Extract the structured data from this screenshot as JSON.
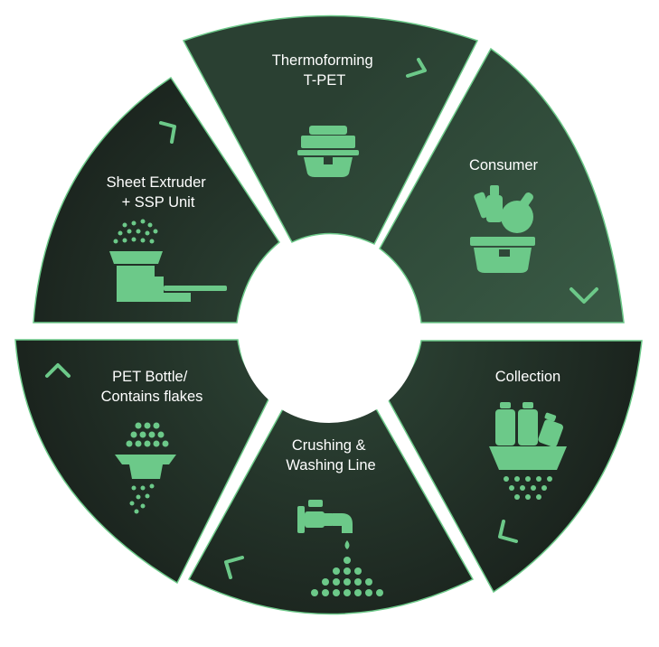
{
  "segments": [
    {
      "key": "thermoforming",
      "label_lines": [
        "Thermoforming",
        "T-PET"
      ],
      "icon": "food-container-icon"
    },
    {
      "key": "consumer",
      "label_lines": [
        "Consumer"
      ],
      "icon": "grocery-basket-icon"
    },
    {
      "key": "collection",
      "label_lines": [
        "Collection"
      ],
      "icon": "bottle-collection-icon"
    },
    {
      "key": "crushing",
      "label_lines": [
        "Crushing &",
        "Washing Line"
      ],
      "icon": "water-tap-icon"
    },
    {
      "key": "pet_bottle",
      "label_lines": [
        "PET Bottle/",
        "Contains flakes"
      ],
      "icon": "flakes-hopper-icon"
    },
    {
      "key": "sheet_extruder",
      "label_lines": [
        "Sheet Extruder",
        "+ SSP Unit"
      ],
      "icon": "extruder-icon"
    }
  ],
  "colors": {
    "segment_dark": "#1f2a23",
    "segment_light": "#34513f",
    "border": "#6cc989",
    "accent": "#6cc989"
  }
}
